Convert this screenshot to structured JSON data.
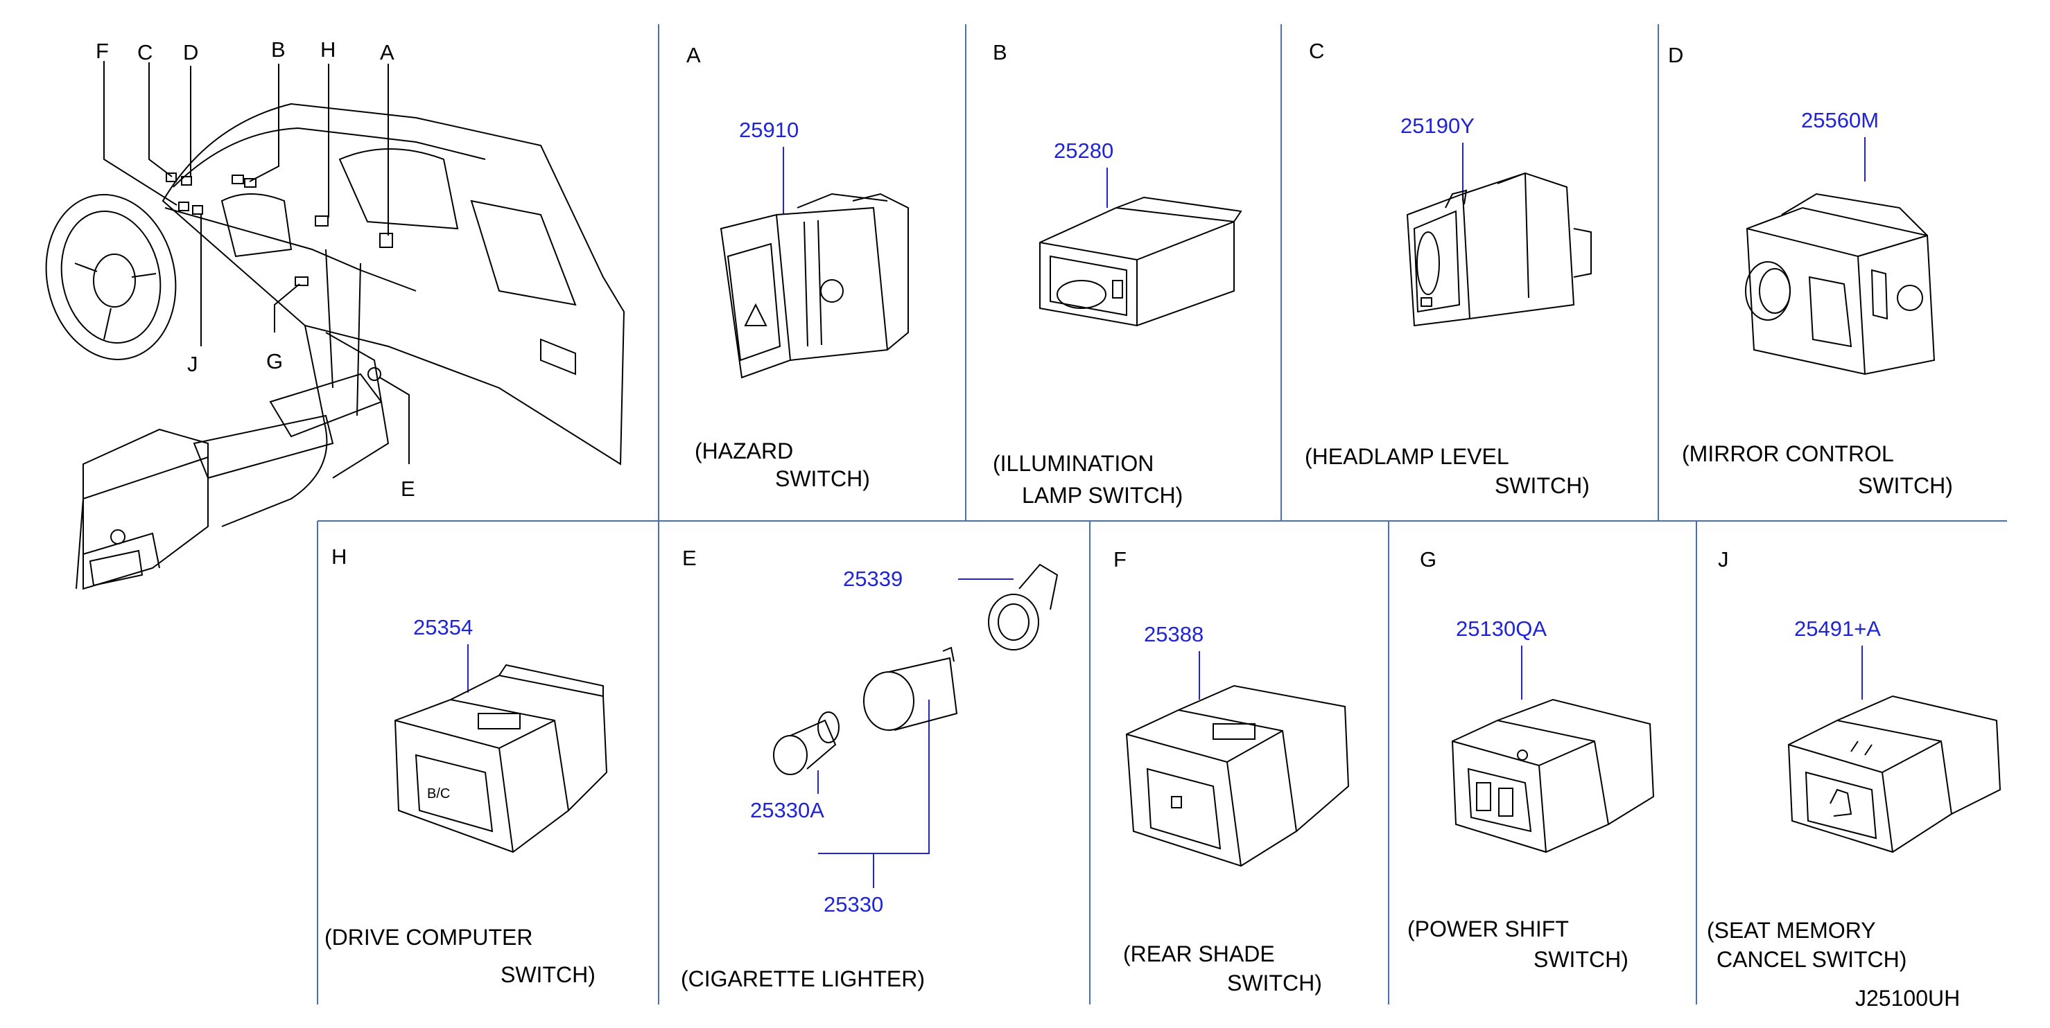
{
  "overview": {
    "callouts": [
      "F",
      "C",
      "D",
      "B",
      "H",
      "A",
      "J",
      "G",
      "E"
    ]
  },
  "panels": {
    "A": {
      "letter": "A",
      "part": "25910",
      "caption1": "(HAZARD",
      "caption2": "SWITCH)"
    },
    "B": {
      "letter": "B",
      "part": "25280",
      "caption1": "(ILLUMINATION",
      "caption2": "LAMP   SWITCH)"
    },
    "C": {
      "letter": "C",
      "part": "25190Y",
      "caption1": "(HEADLAMP   LEVEL",
      "caption2": "SWITCH)"
    },
    "D": {
      "letter": "D",
      "part": "25560M",
      "caption1": "(MIRROR      CONTROL",
      "caption2": "SWITCH)"
    },
    "H": {
      "letter": "H",
      "part": "25354",
      "caption1": "(DRIVE   COMPUTER",
      "caption2": "SWITCH)"
    },
    "E": {
      "letter": "E",
      "part1": "25339",
      "part2": "25330A",
      "part3": "25330",
      "caption1": "(CIGARETTE           LIGHTER)"
    },
    "F": {
      "letter": "F",
      "part": "25388",
      "caption1": "(REAR   SHADE",
      "caption2": "SWITCH)"
    },
    "G": {
      "letter": "G",
      "part": "25130QA",
      "caption1": "(POWER   SHIFT",
      "caption2": "SWITCH)"
    },
    "J": {
      "letter": "J",
      "part": "25491+A",
      "caption1": "(SEAT   MEMORY",
      "caption2": "CANCEL   SWITCH)"
    }
  },
  "diagram_code": "J25100UH",
  "colors": {
    "part_number": "#1f24d6",
    "divider": "#4a6fb5",
    "line": "#000000"
  }
}
